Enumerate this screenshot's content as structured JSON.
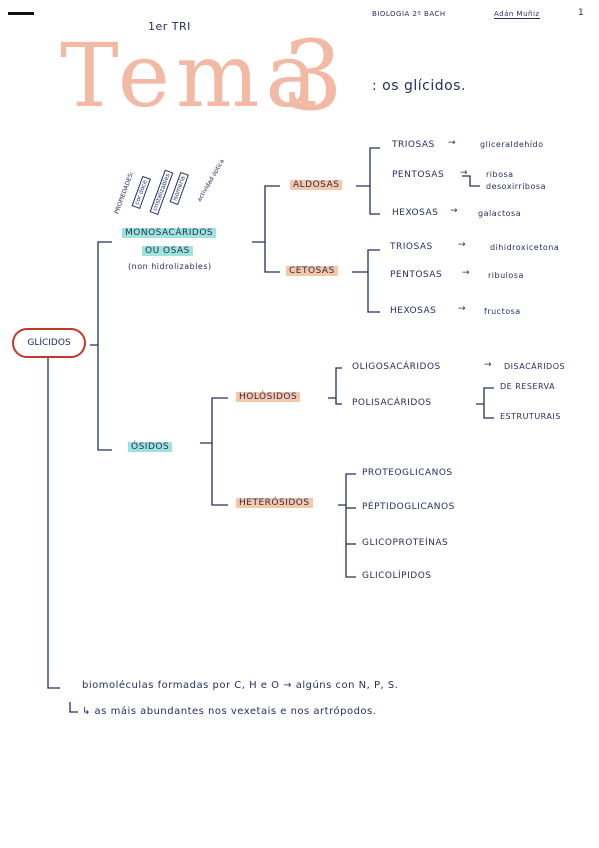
{
  "header": {
    "tri": "1er TRI",
    "subject": "BIOLOGÍA 2º BACH",
    "author": "Adán Muñiz",
    "page_number": "1"
  },
  "title": {
    "word": "Tema",
    "number": "3",
    "subtitle": ": os glícidos."
  },
  "properties": {
    "p1": "PROPIEDADES:",
    "p2": "cor doce",
    "p3": "cristalizables",
    "p4": "isomería",
    "p5": "actividad óptica"
  },
  "root": {
    "label": "GLÍCIDOS"
  },
  "monosacaridos": {
    "line1": "MONOSACÁRIDOS",
    "line2": "OU OSAS",
    "note": "(non hidrolizables)"
  },
  "aldosas": {
    "label": "ALDOSAS",
    "triosas": "TRIOSAS",
    "triosas_ex": "gliceraldehído",
    "pentosas": "PENTOSAS",
    "pentosas_ex1": "ribosa",
    "pentosas_ex2": "desoxirribosa",
    "hexosas": "HEXOSAS",
    "hexosas_ex": "galactosa"
  },
  "cetosas": {
    "label": "CETOSAS",
    "triosas": "TRIOSAS",
    "triosas_ex": "dihidroxicetona",
    "pentosas": "PENTOSAS",
    "pentosas_ex": "ribulosa",
    "hexosas": "HEXOSAS",
    "hexosas_ex": "fructosa"
  },
  "osidos": {
    "label": "ÓSIDOS"
  },
  "holosidos": {
    "label": "HOLÓSIDOS",
    "oligo": "OLIGOSACÁRIDOS",
    "oligo_ex": "DISACÁRIDOS",
    "poli": "POLISACÁRIDOS",
    "poli_a": "DE RESERVA",
    "poli_b": "ESTRUTURAIS"
  },
  "heterosidos": {
    "label": "HETERÓSIDOS",
    "items": [
      "PROTEOGLICANOS",
      "PÉPTIDOGLICANOS",
      "GLICOPROTEÍNAS",
      "GLICOLÍPIDOS"
    ]
  },
  "definition": {
    "line1": "biomoléculas formadas por C, H e O → algúns con N, P, S.",
    "line2": "↳ as máis abundantes nos vexetais e nos artrópodos."
  },
  "colors": {
    "ink": "#243061",
    "title": "#f2b9a4",
    "highlight_blue": "#9fe3dc",
    "highlight_orange": "#f7c7a6",
    "cloud": "#c0392b"
  }
}
